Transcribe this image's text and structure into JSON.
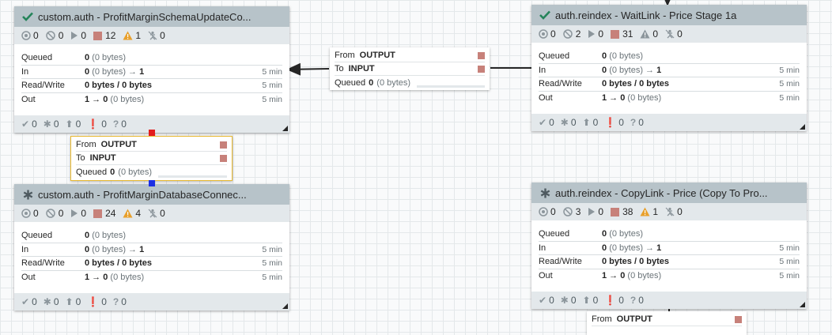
{
  "processors": [
    {
      "id": "p1",
      "state": "running",
      "title": "custom.auth - ProfitMarginSchemaUpdateCo...",
      "stats": {
        "active": "0",
        "invalid": "0",
        "running": "0",
        "stopped": "12",
        "warning": "1",
        "disabled": "0"
      },
      "queued": {
        "label": "Queued",
        "value": "0",
        "bytes": "(0 bytes)"
      },
      "in": {
        "label": "In",
        "value": "0",
        "bytes": "(0 bytes) →",
        "out": "1",
        "time": "5 min"
      },
      "rw": {
        "label": "Read/Write",
        "value": "0 bytes / 0 bytes",
        "time": "5 min"
      },
      "out": {
        "label": "Out",
        "value": "1 → 0",
        "bytes": "(0 bytes)",
        "time": "5 min"
      },
      "foot": {
        "up": "0",
        "star": "0",
        "upload": "0",
        "err": "0",
        "q": "0"
      }
    },
    {
      "id": "p2",
      "state": "running",
      "title": "auth.reindex - WaitLink - Price Stage 1a",
      "stats": {
        "active": "0",
        "invalid": "2",
        "running": "0",
        "stopped": "31",
        "warning": "0",
        "disabled": "0"
      },
      "queued": {
        "label": "Queued",
        "value": "0",
        "bytes": "(0 bytes)"
      },
      "in": {
        "label": "In",
        "value": "0",
        "bytes": "(0 bytes) →",
        "out": "1",
        "time": "5 min"
      },
      "rw": {
        "label": "Read/Write",
        "value": "0 bytes / 0 bytes",
        "time": "5 min"
      },
      "out": {
        "label": "Out",
        "value": "1 → 0",
        "bytes": "(0 bytes)",
        "time": "5 min"
      },
      "foot": {
        "up": "0",
        "star": "0",
        "upload": "0",
        "err": "0",
        "q": "0"
      }
    },
    {
      "id": "p3",
      "state": "stopped",
      "title": "custom.auth - ProfitMarginDatabaseConnec...",
      "stats": {
        "active": "0",
        "invalid": "0",
        "running": "0",
        "stopped": "24",
        "warning": "4",
        "disabled": "0"
      },
      "queued": {
        "label": "Queued",
        "value": "0",
        "bytes": "(0 bytes)"
      },
      "in": {
        "label": "In",
        "value": "0",
        "bytes": "(0 bytes) →",
        "out": "1",
        "time": "5 min"
      },
      "rw": {
        "label": "Read/Write",
        "value": "0 bytes / 0 bytes",
        "time": "5 min"
      },
      "out": {
        "label": "Out",
        "value": "1 → 0",
        "bytes": "(0 bytes)",
        "time": "5 min"
      },
      "foot": {
        "up": "0",
        "star": "0",
        "upload": "0",
        "err": "0",
        "q": "0"
      }
    },
    {
      "id": "p4",
      "state": "stopped",
      "title": "auth.reindex - CopyLink - Price (Copy To Pro...",
      "stats": {
        "active": "0",
        "invalid": "3",
        "running": "0",
        "stopped": "38",
        "warning": "1",
        "disabled": "0"
      },
      "queued": {
        "label": "Queued",
        "value": "0",
        "bytes": "(0 bytes)"
      },
      "in": {
        "label": "In",
        "value": "0",
        "bytes": "(0 bytes) →",
        "out": "1",
        "time": "5 min"
      },
      "rw": {
        "label": "Read/Write",
        "value": "0 bytes / 0 bytes",
        "time": "5 min"
      },
      "out": {
        "label": "Out",
        "value": "1 → 0",
        "bytes": "(0 bytes)",
        "time": "5 min"
      },
      "foot": {
        "up": "0",
        "star": "0",
        "upload": "0",
        "err": "0",
        "q": "0"
      }
    }
  ],
  "connections": [
    {
      "id": "c1",
      "from_label": "From",
      "from_value": "OUTPUT",
      "to_label": "To",
      "to_value": "INPUT",
      "queued_label": "Queued",
      "queued_value": "0",
      "queued_bytes": "(0 bytes)"
    },
    {
      "id": "c2",
      "from_label": "From",
      "from_value": "OUTPUT",
      "to_label": "To",
      "to_value": "INPUT",
      "queued_label": "Queued",
      "queued_value": "0",
      "queued_bytes": "(0 bytes)"
    },
    {
      "id": "c3",
      "from_label": "From",
      "from_value": "OUTPUT"
    }
  ],
  "colors": {
    "running": "#25845a",
    "stopped_square": "#c7817a",
    "warning": "#e8a02c",
    "header": "#b7c3c9",
    "anchor_source": "#e31c1c",
    "anchor_target": "#1c2fe3"
  }
}
